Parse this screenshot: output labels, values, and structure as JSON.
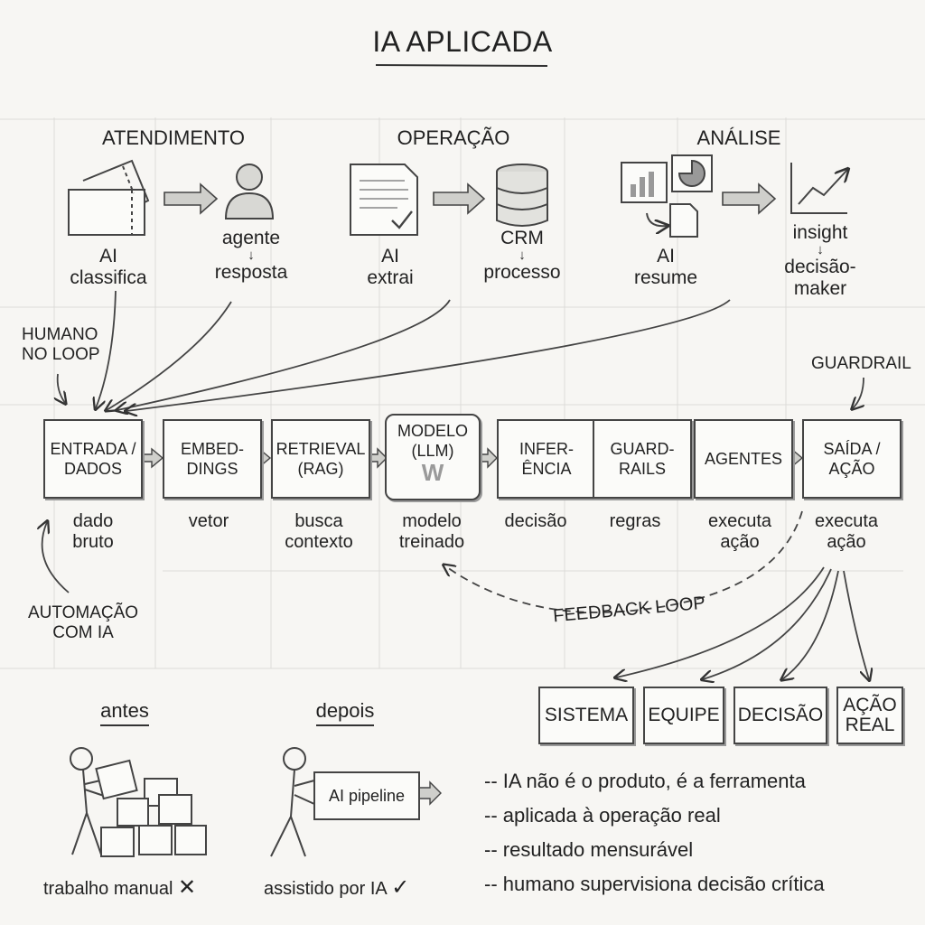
{
  "title": "IA APLICADA",
  "sections": {
    "atendimento": "ATENDIMENTO",
    "operacao": "OPERAÇÃO",
    "analise": "ANÁLISE"
  },
  "top_labels": {
    "ai_classifica_1": "AI",
    "ai_classifica_2": "classifica",
    "agente_1": "agente",
    "agente_2": "resposta",
    "ai_extrai_1": "AI",
    "ai_extrai_2": "extrai",
    "crm_1": "CRM",
    "crm_2": "processo",
    "ai_resume_1": "AI",
    "ai_resume_2": "resume",
    "insight_1": "insight",
    "insight_2": "decisão-",
    "insight_3": "maker",
    "down_arrow": "↓"
  },
  "side_notes": {
    "humano_1": "HUMANO",
    "humano_2": "NO LOOP",
    "guardrail": "GUARDRAIL",
    "automacao_1": "AUTOMAÇÃO",
    "automacao_2": "COM IA",
    "feedback": "FEEDBACK LOOP"
  },
  "pipeline": [
    {
      "l1": "ENTRADA /",
      "l2": "DADOS",
      "s1": "dado",
      "s2": "bruto"
    },
    {
      "l1": "EMBED-",
      "l2": "DINGS",
      "s1": "vetor",
      "s2": ""
    },
    {
      "l1": "RETRIEVAL",
      "l2": "(RAG)",
      "s1": "busca",
      "s2": "contexto"
    },
    {
      "l1": "MODELO",
      "l2": "(LLM)",
      "s1": "modelo",
      "s2": "treinado"
    },
    {
      "l1": "INFER-",
      "l2": "ÊNCIA",
      "s1": "decisão",
      "s2": ""
    },
    {
      "l1": "GUARD-",
      "l2": "RAILS",
      "s1": "regras",
      "s2": ""
    },
    {
      "l1": "AGENTES",
      "l2": "",
      "s1": "executa",
      "s2": "ação"
    },
    {
      "l1": "SAÍDA /",
      "l2": "AÇÃO",
      "s1": "executa",
      "s2": "ação"
    }
  ],
  "outputs": {
    "sistema": "SISTEMA",
    "equipe": "EQUIPE",
    "decisao": "DECISÃO",
    "acao_1": "AÇÃO",
    "acao_2": "REAL"
  },
  "compare": {
    "antes": "antes",
    "depois": "depois",
    "pipeline_box": "AI pipeline",
    "manual": "trabalho manual",
    "manual_mark": "✕",
    "assistido": "assistido por IA",
    "assistido_mark": "✓"
  },
  "bullets": [
    "IA não é o produto, é a ferramenta",
    "aplicada à operação real",
    "resultado mensurável",
    "humano supervisiona decisão crítica"
  ]
}
